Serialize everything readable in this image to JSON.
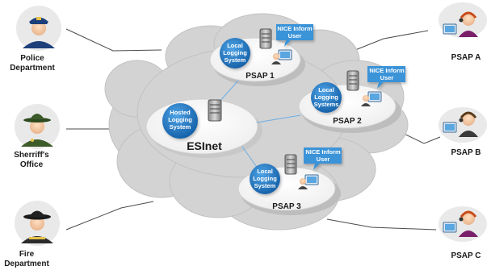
{
  "agencies": [
    {
      "line1": "Police",
      "line2": "Department"
    },
    {
      "line1": "Sherriff's",
      "line2": "Office"
    },
    {
      "line1": "Fire",
      "line2": "Department"
    }
  ],
  "psaps": [
    {
      "name": "PSAP A"
    },
    {
      "name": "PSAP B"
    },
    {
      "name": "PSAP C"
    }
  ],
  "hub": {
    "name": "ESInet",
    "badge": [
      "Hosted",
      "Logging",
      "System"
    ]
  },
  "sites": [
    {
      "name": "PSAP 1",
      "badge": [
        "Local",
        "Logging",
        "System"
      ],
      "callout": [
        "NICE Inform",
        "User"
      ]
    },
    {
      "name": "PSAP 2",
      "badge": [
        "Local",
        "Logging",
        "Systems"
      ],
      "callout": [
        "NICE Inform",
        "User"
      ]
    },
    {
      "name": "PSAP 3",
      "badge": [
        "Local",
        "Logging",
        "System"
      ],
      "callout": [
        "NICE Inform",
        "User"
      ]
    }
  ],
  "colors": {
    "cloud": "#d4d4d4",
    "ellipse": "#ffffff",
    "badge": "#1f79c6",
    "callout": "#3a93d8",
    "line": "#4a4a4a",
    "link": "#5fa8e0"
  }
}
